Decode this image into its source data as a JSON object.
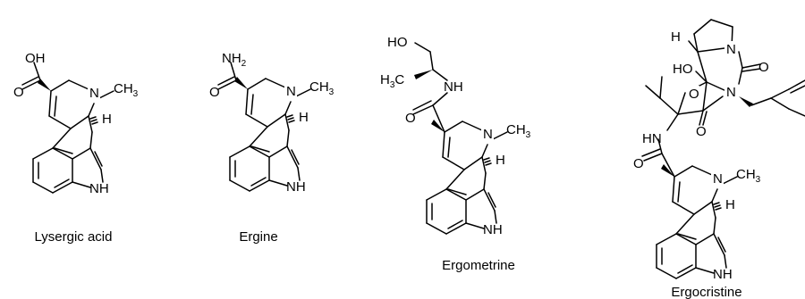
{
  "compounds": [
    {
      "name": "Lysergic acid",
      "labels": {
        "acid_oh": "OH",
        "acid_o": "O",
        "n6": "N",
        "methyl": "CH",
        "methyl_sub": "3",
        "h5": "H",
        "nh": "NH"
      }
    },
    {
      "name": "Ergine",
      "labels": {
        "amide_nh": "NH",
        "amide_nh_sub": "2",
        "amide_o": "O",
        "n6": "N",
        "methyl": "CH",
        "methyl_sub": "3",
        "h5": "H",
        "nh": "NH"
      }
    },
    {
      "name": "Ergometrine",
      "labels": {
        "ho": "HO",
        "h3c": "H",
        "h3c_sub": "3",
        "h3c_c": "C",
        "amide_nh": "NH",
        "amide_o": "O",
        "n6": "N",
        "methyl": "CH",
        "methyl_sub": "3",
        "h5": "H",
        "nh": "NH"
      }
    },
    {
      "name": "Ergocristine",
      "labels": {
        "h_top": "H",
        "n_top": "N",
        "ho": "HO",
        "o_ring": "O",
        "n_ring": "N",
        "o_right": "O",
        "o_bottom": "O",
        "amide_hn": "HN",
        "amide_o": "O",
        "n6": "N",
        "methyl": "CH",
        "methyl_sub": "3",
        "h5": "H",
        "nh": "NH"
      }
    }
  ]
}
